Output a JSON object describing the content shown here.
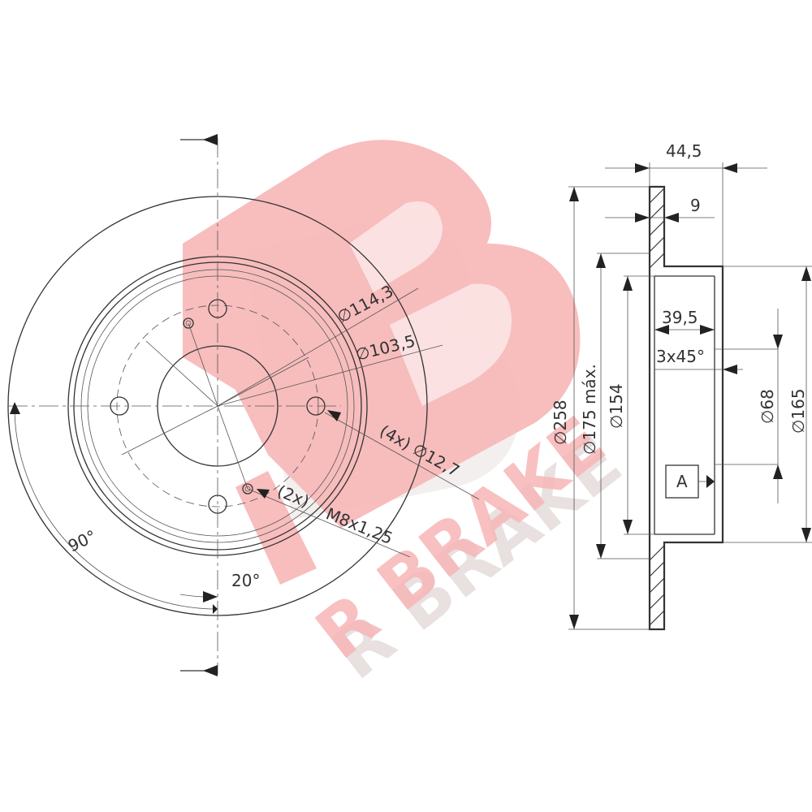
{
  "watermark": {
    "brand_text": "R BRAKE",
    "logo_color": "#f7b6b6",
    "shadow_color": "#e4d9d9"
  },
  "front_view": {
    "pcd_label": "∅114,3",
    "hub_label": "∅103,5",
    "bolt_holes_label": "(4x) ∅12,7",
    "thread_count_label": "(2x)",
    "thread_label": "M8x1,25",
    "angle_90_label": "90°",
    "angle_20_label": "20°"
  },
  "side_view": {
    "total_height_label": "44,5",
    "thickness_label": "9",
    "hat_depth_label": "39,5",
    "chamfer_label": "3x45°",
    "disc_diameter_label": "∅258",
    "max_friction_label": "∅175 máx.",
    "inner_diameter_label": "∅154",
    "center_bore_label": "∅68",
    "hat_diameter_label": "∅165",
    "datum_label": "A"
  }
}
